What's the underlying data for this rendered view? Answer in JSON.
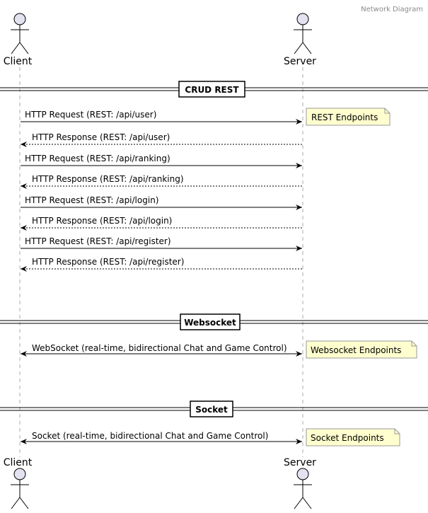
{
  "header": {
    "title": "Network Diagram"
  },
  "participants": {
    "client": "Client",
    "server": "Server"
  },
  "sections": [
    {
      "title": "CRUD REST",
      "note": "REST Endpoints",
      "messages": [
        {
          "text": "HTTP Request (REST: /api/user)",
          "direction": "request"
        },
        {
          "text": "HTTP Response (REST: /api/user)",
          "direction": "response"
        },
        {
          "text": "HTTP Request (REST: /api/ranking)",
          "direction": "request"
        },
        {
          "text": "HTTP Response (REST: /api/ranking)",
          "direction": "response"
        },
        {
          "text": "HTTP Request (REST: /api/login)",
          "direction": "request"
        },
        {
          "text": "HTTP Response (REST: /api/login)",
          "direction": "response"
        },
        {
          "text": "HTTP Request (REST: /api/register)",
          "direction": "request"
        },
        {
          "text": "HTTP Response (REST: /api/register)",
          "direction": "response"
        }
      ]
    },
    {
      "title": "Websocket",
      "note": "Websocket Endpoints",
      "messages": [
        {
          "text": "WebSocket (real-time, bidirectional Chat and Game Control)",
          "direction": "bidirectional"
        }
      ]
    },
    {
      "title": "Socket",
      "note": "Socket Endpoints",
      "messages": [
        {
          "text": "Socket (real-time, bidirectional Chat and Game Control)",
          "direction": "bidirectional"
        }
      ]
    }
  ],
  "colors": {
    "actor_fill": "#e2e2f0",
    "note_fill": "#fefece",
    "line": "#000000",
    "lifeline": "#a8a8a8",
    "header_text": "#8a8a8a"
  }
}
